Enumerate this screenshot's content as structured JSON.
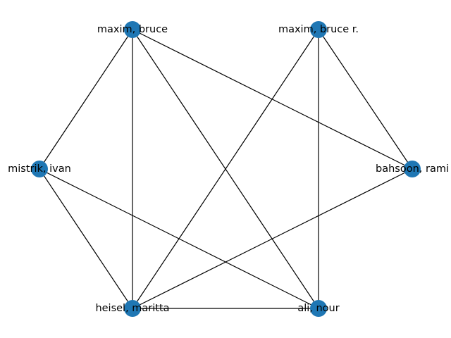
{
  "graph": {
    "node_color": "#1f77b4",
    "edge_color": "#000000",
    "nodes": [
      {
        "id": "maxim_bruce",
        "label": "maxim, bruce"
      },
      {
        "id": "maxim_bruce_r",
        "label": "maxim, bruce r."
      },
      {
        "id": "mistrik_ivan",
        "label": "mistrik, ivan"
      },
      {
        "id": "bahsoon_rami",
        "label": "bahsoon, rami"
      },
      {
        "id": "heisel_maritta",
        "label": "heisel, maritta"
      },
      {
        "id": "ali_nour",
        "label": "ali, nour"
      }
    ],
    "edges": [
      [
        "maxim_bruce",
        "mistrik_ivan"
      ],
      [
        "maxim_bruce",
        "heisel_maritta"
      ],
      [
        "maxim_bruce",
        "ali_nour"
      ],
      [
        "maxim_bruce",
        "bahsoon_rami"
      ],
      [
        "maxim_bruce_r",
        "heisel_maritta"
      ],
      [
        "maxim_bruce_r",
        "ali_nour"
      ],
      [
        "maxim_bruce_r",
        "bahsoon_rami"
      ],
      [
        "mistrik_ivan",
        "heisel_maritta"
      ],
      [
        "mistrik_ivan",
        "ali_nour"
      ],
      [
        "bahsoon_rami",
        "heisel_maritta"
      ],
      [
        "heisel_maritta",
        "ali_nour"
      ]
    ]
  }
}
